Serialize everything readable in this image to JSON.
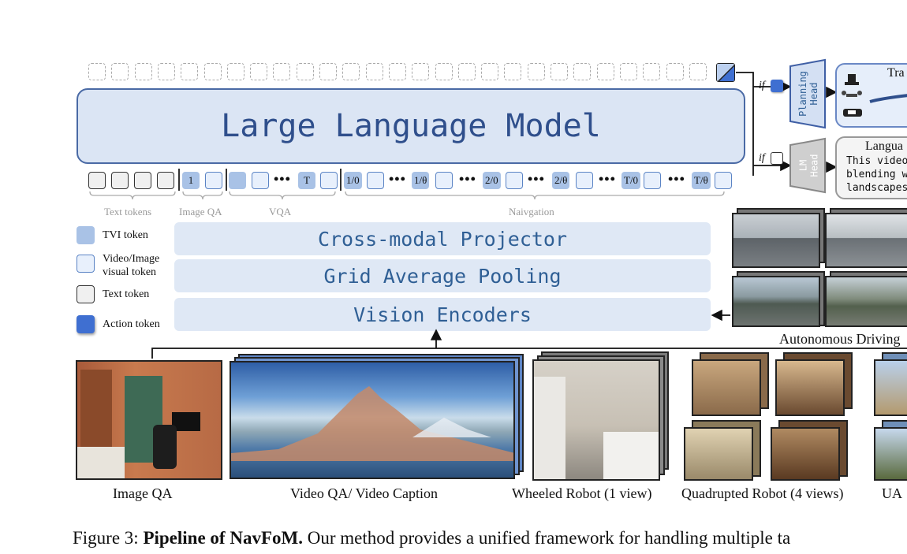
{
  "llm_label": "Large Language Model",
  "tokens": {
    "imageqa_num": "1",
    "vqa_t": "T",
    "nav": [
      "1/0",
      "1/θ",
      "2/0",
      "2/θ",
      "T/0",
      "T/θ"
    ],
    "dots": "•••"
  },
  "groups": {
    "text_tokens": "Text tokens",
    "image_qa": "Image QA",
    "vqa": "VQA",
    "navigation": "Naivgation"
  },
  "modules": {
    "projector": "Cross-modal Projector",
    "pooling": "Grid Average Pooling",
    "encoders": "Vision Encoders"
  },
  "legend": {
    "tvi": "TVI token",
    "visual_line1": "Video/Image",
    "visual_line2": "visual token",
    "text": "Text token",
    "action": "Action token"
  },
  "heads": {
    "planning_line1": "Planning",
    "planning_line2": "Head",
    "lm_line1": "LM",
    "lm_line2": "Head",
    "if_label": "if"
  },
  "outputs": {
    "traj_title": "Tra",
    "lang_title": "Langua",
    "lang_line1": "This video",
    "lang_line2": "blending w",
    "lang_line3": "landscapes"
  },
  "captions": {
    "image_qa": "Image QA",
    "video": "Video QA/ Video Caption",
    "wheeled": "Wheeled Robot (1 view)",
    "quadruped": "Quadrupted Robot (4 views)",
    "uav": "UA",
    "driving": "Autonomous Driving"
  },
  "figure": {
    "prefix": "Figure 3: ",
    "bold": "Pipeline of NavFoM.",
    "rest": " Our method provides a unified framework for handling multiple ta"
  },
  "colors": {
    "llm_fill": "#dbe5f4",
    "llm_border": "#4a6aa5",
    "module_fill": "#dfe8f5",
    "tvi": "#a9c2e6",
    "action": "#3f6fd1",
    "module_text": "#2f5f95"
  }
}
